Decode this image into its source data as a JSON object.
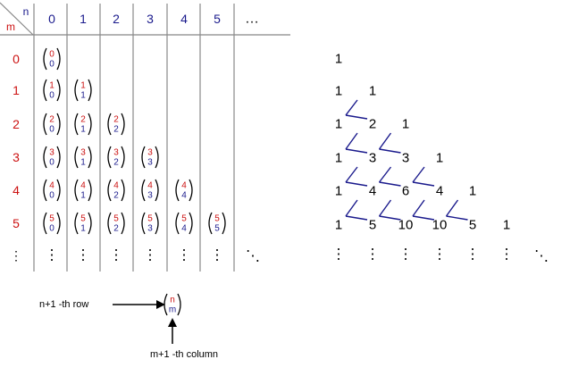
{
  "table": {
    "corner_n": "n",
    "corner_m": "m",
    "col_headers": [
      "0",
      "1",
      "2",
      "3",
      "4",
      "5",
      "…"
    ],
    "row_headers": [
      "0",
      "1",
      "2",
      "3",
      "4",
      "5",
      "⋮"
    ],
    "cells": [
      [
        {
          "top": "0",
          "bottom": "0"
        }
      ],
      [
        {
          "top": "1",
          "bottom": "0"
        },
        {
          "top": "1",
          "bottom": "1"
        }
      ],
      [
        {
          "top": "2",
          "bottom": "0"
        },
        {
          "top": "2",
          "bottom": "1"
        },
        {
          "top": "2",
          "bottom": "2"
        }
      ],
      [
        {
          "top": "3",
          "bottom": "0"
        },
        {
          "top": "3",
          "bottom": "1"
        },
        {
          "top": "3",
          "bottom": "2"
        },
        {
          "top": "3",
          "bottom": "3"
        }
      ],
      [
        {
          "top": "4",
          "bottom": "0"
        },
        {
          "top": "4",
          "bottom": "1"
        },
        {
          "top": "4",
          "bottom": "2"
        },
        {
          "top": "4",
          "bottom": "3"
        },
        {
          "top": "4",
          "bottom": "4"
        }
      ],
      [
        {
          "top": "5",
          "bottom": "0"
        },
        {
          "top": "5",
          "bottom": "1"
        },
        {
          "top": "5",
          "bottom": "2"
        },
        {
          "top": "5",
          "bottom": "3"
        },
        {
          "top": "5",
          "bottom": "4"
        },
        {
          "top": "5",
          "bottom": "5"
        }
      ]
    ],
    "vdots": "⋮",
    "ddots": "⋱"
  },
  "legend": {
    "row_label": "n+1 -th row",
    "column_label": "m+1 -th column",
    "top": "n",
    "bottom": "m"
  },
  "triangle": {
    "rows": [
      [
        "1"
      ],
      [
        "1",
        "1"
      ],
      [
        "1",
        "2",
        "1"
      ],
      [
        "1",
        "3",
        "3",
        "1"
      ],
      [
        "1",
        "4",
        "6",
        "4",
        "1"
      ],
      [
        "1",
        "5",
        "10",
        "10",
        "5",
        "1"
      ]
    ],
    "vdots": "⋮",
    "ddots": "⋱"
  },
  "colors": {
    "red": "#cc1111",
    "blue": "#1a1a8c",
    "black": "#000000",
    "grid": "#888888"
  }
}
